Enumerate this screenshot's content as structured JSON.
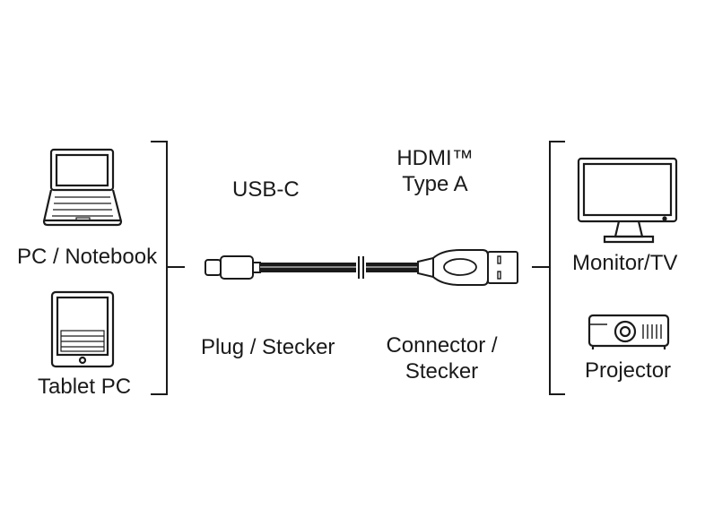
{
  "left": {
    "devices": [
      {
        "icon": "laptop-icon",
        "label": "PC / Notebook"
      },
      {
        "icon": "tablet-icon",
        "label": "Tablet PC"
      }
    ]
  },
  "cable": {
    "end_a": {
      "type": "USB-C",
      "role": "Plug / Stecker"
    },
    "end_b": {
      "type_line1": "HDMI™",
      "type_line2": "Type A",
      "role_line1": "Connector /",
      "role_line2": "Stecker"
    }
  },
  "right": {
    "devices": [
      {
        "icon": "monitor-icon",
        "label": "Monitor/TV"
      },
      {
        "icon": "projector-icon",
        "label": "Projector"
      }
    ]
  }
}
